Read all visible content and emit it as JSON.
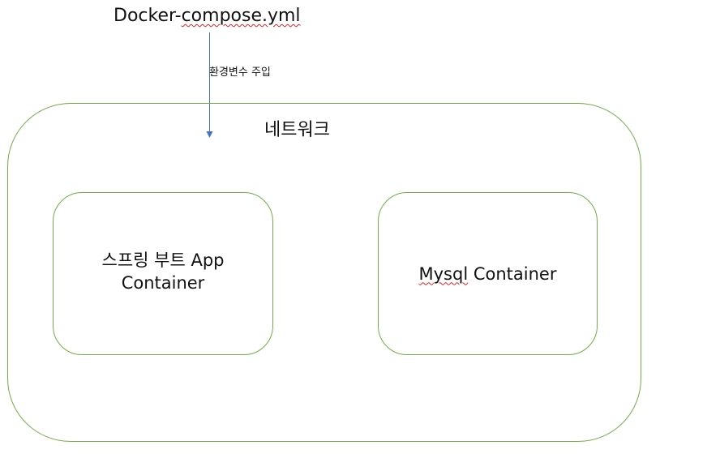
{
  "diagram": {
    "compose_file": {
      "label_prefix": "Docker-",
      "label_squiggle": "compose.yml"
    },
    "arrow": {
      "label": "환경변수 주입",
      "color": "#4472c4"
    },
    "network": {
      "label": "네트워크",
      "border_color": "#70ad47"
    },
    "containers": [
      {
        "line1": "스프링 부트 App",
        "line2": "Container"
      },
      {
        "label_squiggle": "Mysql",
        "label_rest": " Container"
      }
    ]
  }
}
